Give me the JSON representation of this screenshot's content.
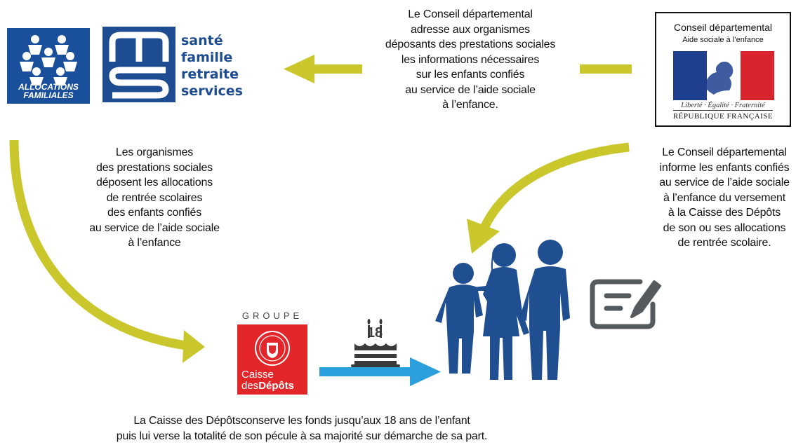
{
  "texts": {
    "top_center": "Le Conseil départemental\nadresse aux organismes\ndéposants des prestations sociales\nles informations nécessaires\nsur les enfants confiés\nau service de l’aide sociale\nà l’enfance.",
    "left_middle": "Les organismes\ndes prestations sociales\ndéposent les allocations\nde rentrée scolaires\ndes enfants confiés\nau service de l’aide sociale\nà l’enfance",
    "right_middle": "Le Conseil départemental\ninforme les enfants confiés\nau service de l’aide sociale\nà l’enfance du versement\nà la Caisse des Dépôts\nde son ou ses allocations\nde rentrée scolaire.",
    "bottom": "La Caisse des Dépôtsconserve les fonds jusqu’aux 18 ans de l’enfant\npuis lui verse la totalité de son pécule à sa majorité sur démarche de sa part."
  },
  "caf_logo": {
    "line1": "ALLOCATIONS",
    "line2": "FAMILIALES"
  },
  "msa_logo": {
    "words": [
      "santé",
      "famille",
      "retraite",
      "services"
    ]
  },
  "republic_box": {
    "title": "Conseil départemental",
    "subtitle": "Aide sociale à l’enfance",
    "motto": "Liberté · Égalité · Fraternité",
    "name": "RÉPUBLIQUE FRANÇAISE"
  },
  "cdc_logo": {
    "groupe": "GROUPE",
    "caisse": "Caisse",
    "des": "des",
    "depots": "Dépôts"
  },
  "cake_age": "18",
  "colors": {
    "arrow_green": "#c9c72b",
    "arrow_blue": "#2a9fdc",
    "people_blue": "#1f4f91",
    "icon_grey": "#555a5f",
    "cdc_red": "#e3262a"
  }
}
